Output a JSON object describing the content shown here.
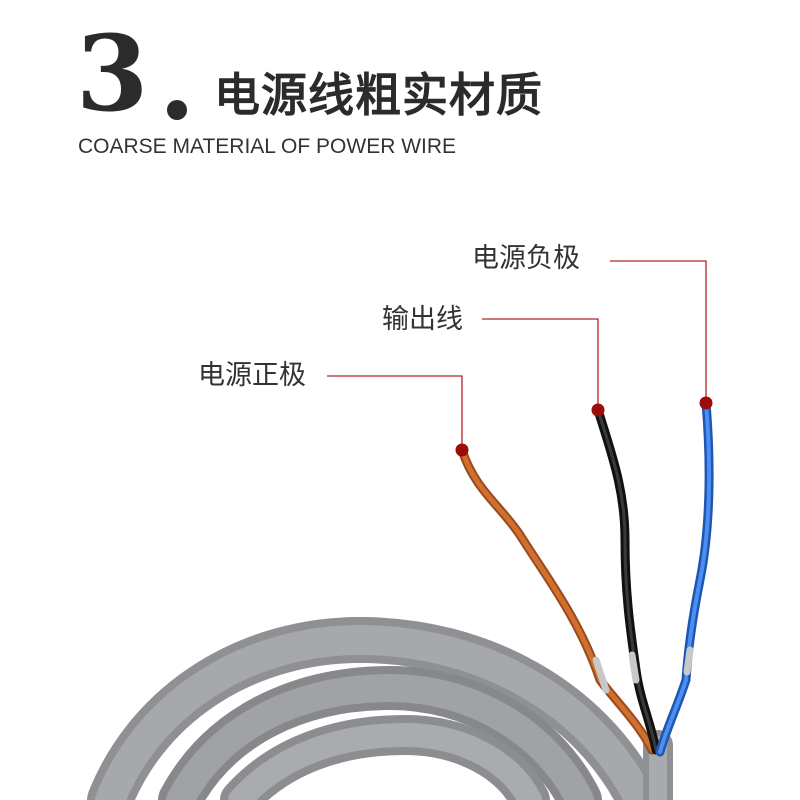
{
  "heading": {
    "number": "3",
    "title": "电源线粗实材质",
    "subtitle": "COARSE MATERIAL OF POWER WIRE"
  },
  "callouts": {
    "negative": "电源负极",
    "output": "输出线",
    "positive": "电源正极"
  },
  "colors": {
    "heading_text": "#2b2b2b",
    "callout_line": "#b0242a",
    "callout_dot": "#9e0b0b",
    "cable_jacket": "#9a9c9f",
    "wire_brown": "#c0622a",
    "wire_black": "#1c1c1c",
    "wire_blue": "#2f6fd1"
  }
}
